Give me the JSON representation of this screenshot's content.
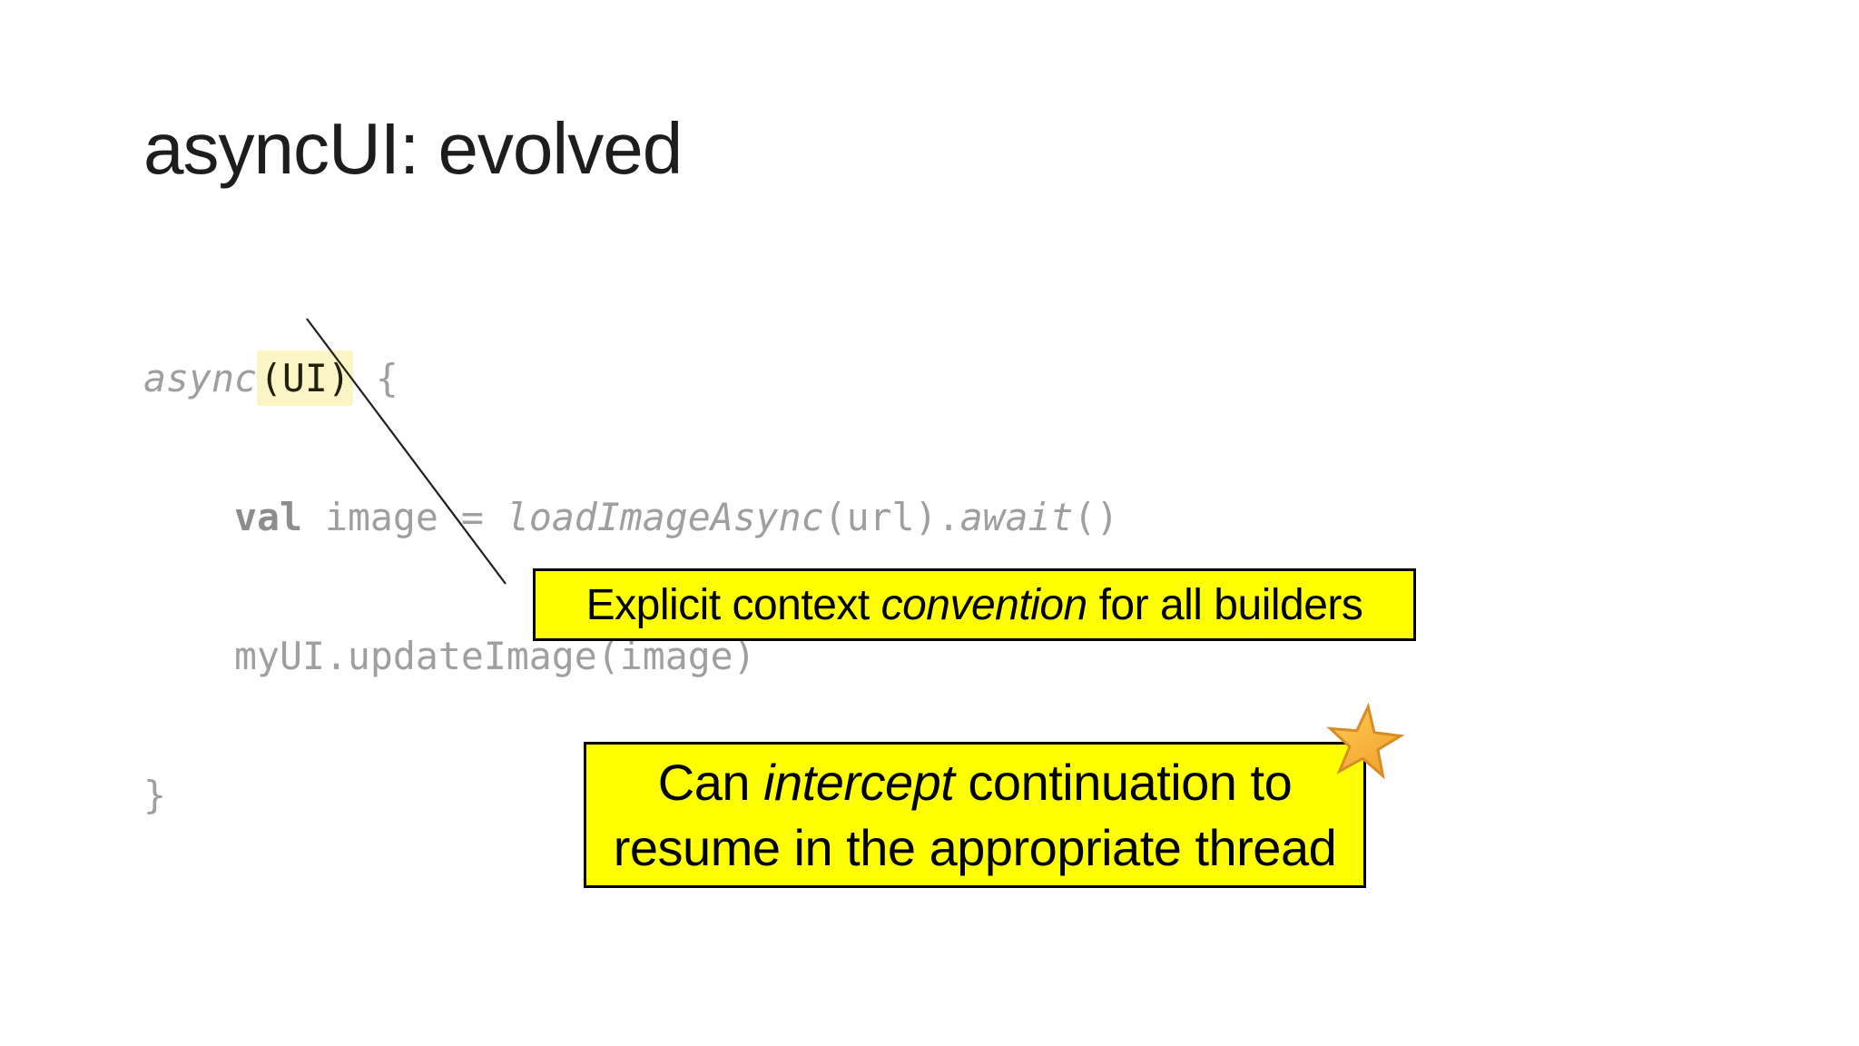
{
  "slide": {
    "title": "asyncUI: evolved",
    "code": {
      "line1": {
        "fn": "async",
        "context": "(UI)",
        "tail": " {"
      },
      "line2": {
        "kw": "val",
        "mid": " image = ",
        "fn": "loadImageAsync",
        "args": "(url).",
        "await_fn": "await",
        "end": "()"
      },
      "line3": {
        "text": "myUI.updateImage(image)"
      },
      "line4": {
        "text": "}"
      }
    },
    "callouts": {
      "convention": {
        "pre": "Explicit context ",
        "em": "convention",
        "post": " for all builders"
      },
      "intercept": {
        "line1_pre": "Can ",
        "line1_em": "intercept",
        "line1_post": " continuation to",
        "line2": "resume in the appropriate thread"
      }
    },
    "colors": {
      "callout_bg": "#FFFF00",
      "callout_border": "#000000",
      "code_dim": "#9F9F9F",
      "code_highlight_bg": "#FBF4C5",
      "code_highlight_text": "#21210F",
      "star_fill_light": "#FFCD55",
      "star_fill_dark": "#F09D2A",
      "star_stroke": "#D78D26",
      "connector": "#1F1F1F",
      "title_color": "#1D1D1D"
    },
    "icons": {
      "star": "star-icon"
    }
  }
}
